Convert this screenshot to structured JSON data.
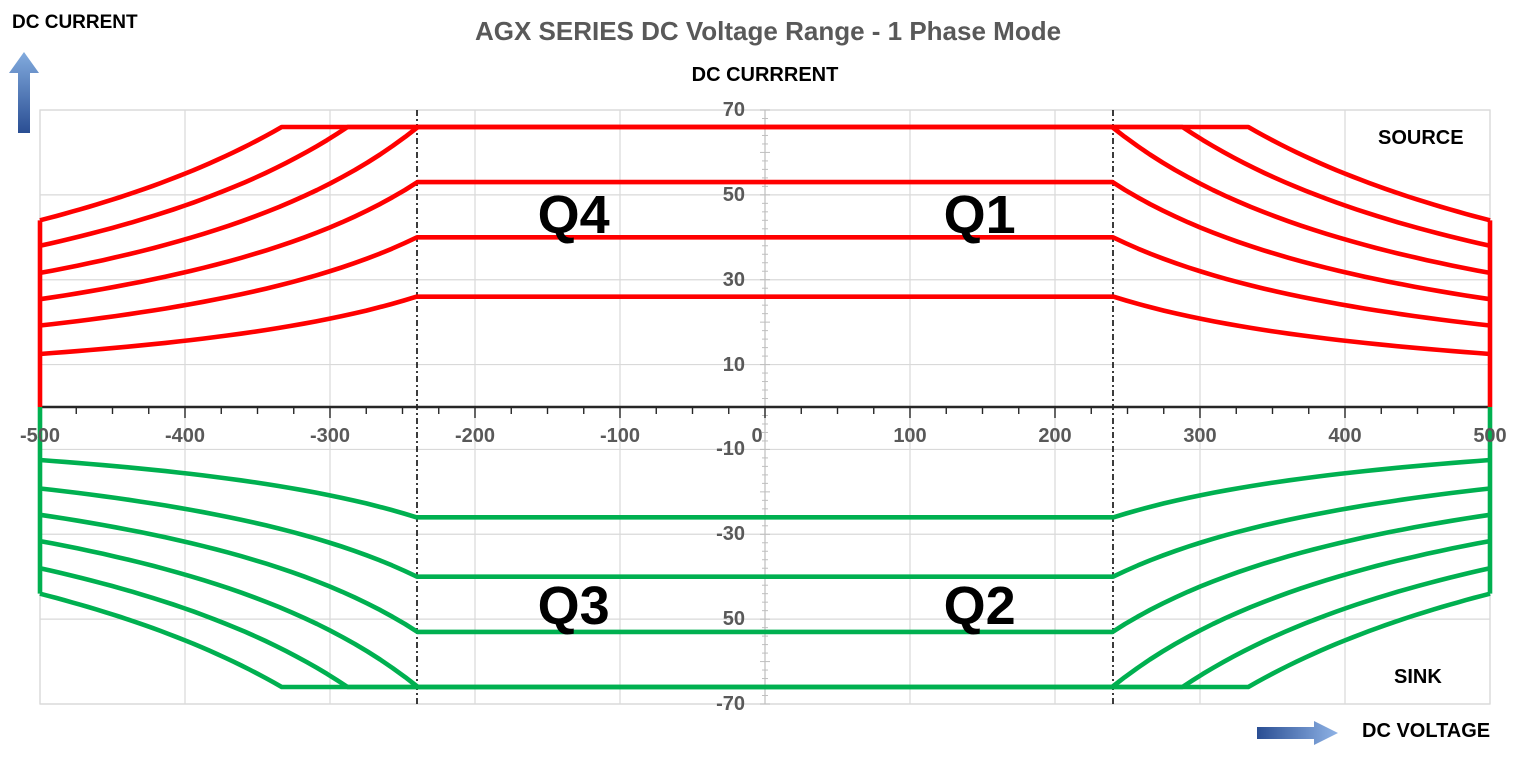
{
  "title": "AGX SERIES DC Voltage Range - 1 Phase Mode",
  "labels": {
    "dc_current_corner": "DC CURRENT",
    "y_axis_title": "DC CURRRENT",
    "x_axis_title": "DC VOLTAGE",
    "source": "SOURCE",
    "sink": "SINK"
  },
  "colors": {
    "source_curve": "#FF0000",
    "sink_curve": "#00B050",
    "grid": "#D9D9D9",
    "axis": "#262626",
    "center_axis": "#BFBFBF",
    "dashed_guide": "#1A1A1A",
    "tick_text": "#595959",
    "title_text": "#595959",
    "arrow_dark": "#2A4E93",
    "arrow_light": "#8FB3E6"
  },
  "chart_data": {
    "type": "line",
    "title": "AGX SERIES DC Voltage Range - 1 Phase Mode",
    "xlabel": "DC VOLTAGE",
    "ylabel": "DC CURRRENT",
    "xlim": [
      -500,
      500
    ],
    "ylim": [
      -70,
      70
    ],
    "grid": true,
    "legend": "none",
    "x_ticks": [
      {
        "value": -500,
        "label": "-500"
      },
      {
        "value": -400,
        "label": "-400"
      },
      {
        "value": -300,
        "label": "-300"
      },
      {
        "value": -200,
        "label": "-200"
      },
      {
        "value": -100,
        "label": "-100"
      },
      {
        "value": 0,
        "label": "0"
      },
      {
        "value": 100,
        "label": "100"
      },
      {
        "value": 200,
        "label": "200"
      },
      {
        "value": 300,
        "label": "300"
      },
      {
        "value": 400,
        "label": "400"
      },
      {
        "value": 500,
        "label": "500"
      }
    ],
    "y_ticks": [
      {
        "value": 70,
        "label": "70"
      },
      {
        "value": 50,
        "label": "50"
      },
      {
        "value": 30,
        "label": "30"
      },
      {
        "value": 10,
        "label": "10"
      },
      {
        "value": -10,
        "label": "-10"
      },
      {
        "value": -30,
        "label": "-30"
      },
      {
        "value": -50,
        "label": "50"
      },
      {
        "value": -70,
        "label": "-70"
      }
    ],
    "x_minor_tick_step": 25,
    "y_minor_tick_step": 2,
    "dashed_guides_v": [
      -240,
      240
    ],
    "curve_model": "flat at i_max for |V| <= power_w/i_max, then constant power |I|=power_w/|V| out to 500 V; symmetric about V=0; envelope closed by vertical lines at -500 V and +500 V down to I=0",
    "series": [
      {
        "side": "source",
        "i_max_a": 66,
        "power_w": 22000,
        "color": "#FF0000"
      },
      {
        "side": "source",
        "i_max_a": 66,
        "power_w": 19000,
        "color": "#FF0000"
      },
      {
        "side": "source",
        "i_max_a": 66,
        "power_w": 15800,
        "color": "#FF0000"
      },
      {
        "side": "source",
        "i_max_a": 53,
        "power_w": 12700,
        "color": "#FF0000"
      },
      {
        "side": "source",
        "i_max_a": 40,
        "power_w": 9600,
        "color": "#FF0000"
      },
      {
        "side": "source",
        "i_max_a": 26,
        "power_w": 6250,
        "color": "#FF0000"
      },
      {
        "side": "sink",
        "i_max_a": 66,
        "power_w": 22000,
        "color": "#00B050"
      },
      {
        "side": "sink",
        "i_max_a": 66,
        "power_w": 19000,
        "color": "#00B050"
      },
      {
        "side": "sink",
        "i_max_a": 66,
        "power_w": 15800,
        "color": "#00B050"
      },
      {
        "side": "sink",
        "i_max_a": 53,
        "power_w": 12700,
        "color": "#00B050"
      },
      {
        "side": "sink",
        "i_max_a": 40,
        "power_w": 9600,
        "color": "#00B050"
      },
      {
        "side": "sink",
        "i_max_a": 26,
        "power_w": 6250,
        "color": "#00B050"
      }
    ],
    "flat_current_levels_a": [
      66,
      53,
      40,
      26,
      -26,
      -40,
      -53,
      -66
    ],
    "edge_current_at_500v_a": [
      44,
      38,
      31.6,
      25.4,
      19.2,
      12.5
    ],
    "quadrant_labels": [
      {
        "label": "Q4",
        "v": -132,
        "i": 45.3
      },
      {
        "label": "Q1",
        "v": 148,
        "i": 45.3
      },
      {
        "label": "Q3",
        "v": -132,
        "i": -47.0
      },
      {
        "label": "Q2",
        "v": 148,
        "i": -47.0
      }
    ]
  }
}
